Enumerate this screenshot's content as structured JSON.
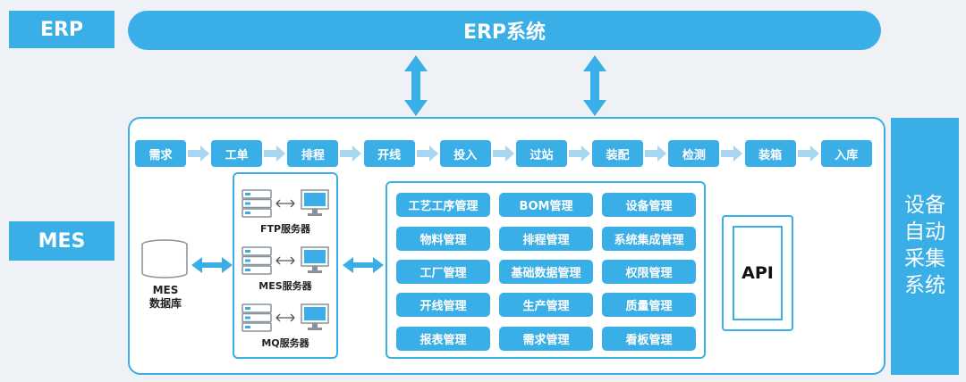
{
  "erp": {
    "side_label": "ERP",
    "bar_title": "ERP系统"
  },
  "mes": {
    "side_label": "MES"
  },
  "right_column": {
    "lines": [
      "设备",
      "自动",
      "采集",
      "系统"
    ]
  },
  "flow_steps": [
    "需求",
    "工单",
    "排程",
    "开线",
    "投入",
    "过站",
    "装配",
    "检测",
    "装箱",
    "入库"
  ],
  "database": {
    "line1": "MES",
    "line2": "数据库"
  },
  "servers": [
    "FTP服务器",
    "MES服务器",
    "MQ服务器"
  ],
  "modules": [
    [
      "工艺工序管理",
      "BOM管理",
      "设备管理"
    ],
    [
      "物料管理",
      "排程管理",
      "系统集成管理"
    ],
    [
      "工厂管理",
      "基础数据管理",
      "权限管理"
    ],
    [
      "开线管理",
      "生产管理",
      "质量管理"
    ],
    [
      "报表管理",
      "需求管理",
      "看板管理"
    ]
  ],
  "api": {
    "label": "API"
  },
  "colors": {
    "accent": "#3aaee6",
    "background": "#eef1f6"
  }
}
